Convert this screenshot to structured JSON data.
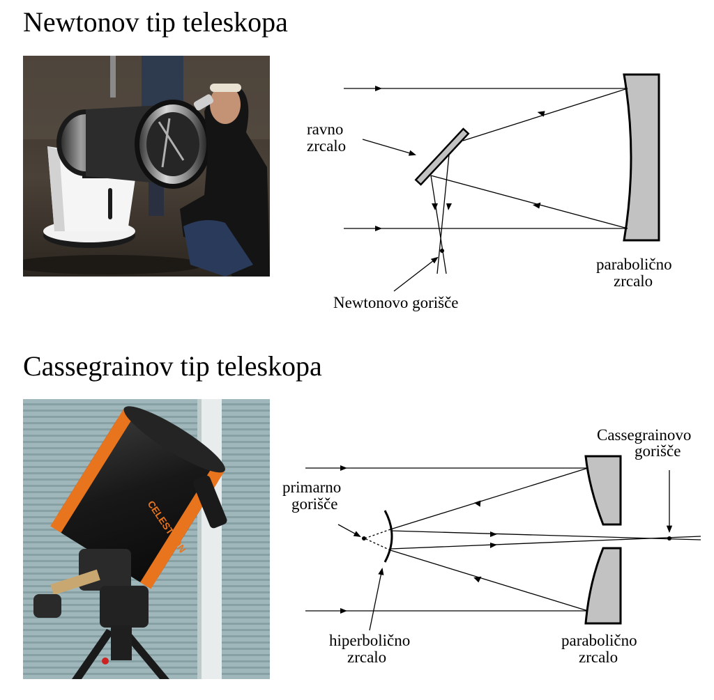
{
  "newton": {
    "title": "Newtonov tip teleskopa",
    "labels": {
      "flat_mirror_l1": "ravno",
      "flat_mirror_l2": "zrcalo",
      "focus": "Newtonovo gorišče",
      "primary_l1": "parabolično",
      "primary_l2": "zrcalo"
    }
  },
  "cassegrain": {
    "title": "Cassegrainov tip teleskopa",
    "labels": {
      "cass_focus_l1": "Cassegrainovo",
      "cass_focus_l2": "gorišče",
      "prime_focus_l1": "primarno",
      "prime_focus_l2": "gorišče",
      "secondary_l1": "hiperbolično",
      "secondary_l2": "zrcalo",
      "primary_l1": "parabolično",
      "primary_l2": "zrcalo"
    },
    "brand_text": "CELESTRON"
  },
  "colors": {
    "mirror_fill": "#c2c2c2",
    "ink": "#000000",
    "tube_orange": "#e8741e"
  }
}
